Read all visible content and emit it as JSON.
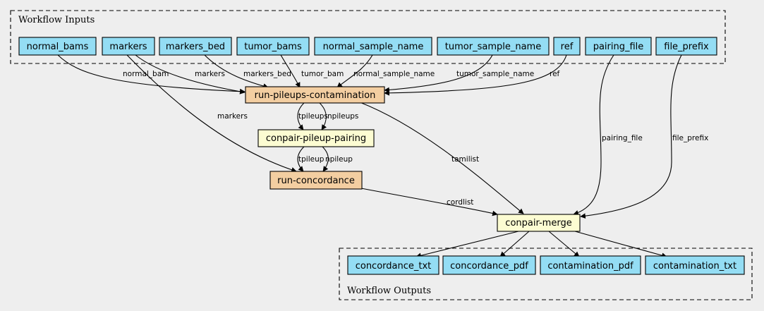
{
  "clusters": {
    "inputs_title": "Workflow Inputs",
    "outputs_title": "Workflow Outputs"
  },
  "colors": {
    "io_node": "#94ddf4",
    "tool_node": "#f3cea1",
    "expression_node": "#fcfcd2",
    "background": "#eeeeee"
  },
  "inputs": {
    "normal_bams": "normal_bams",
    "markers": "markers",
    "markers_bed": "markers_bed",
    "tumor_bams": "tumor_bams",
    "normal_sample_name": "normal_sample_name",
    "tumor_sample_name": "tumor_sample_name",
    "ref": "ref",
    "pairing_file": "pairing_file",
    "file_prefix": "file_prefix"
  },
  "steps": {
    "run_pileups_contamination": "run-pileups-contamination",
    "conpair_pileup_pairing": "conpair-pileup-pairing",
    "run_concordance": "run-concordance",
    "conpair_merge": "conpair-merge"
  },
  "outputs": {
    "concordance_txt": "concordance_txt",
    "concordance_pdf": "concordance_pdf",
    "contamination_pdf": "contamination_pdf",
    "contamination_txt": "contamination_txt"
  },
  "edge_labels": {
    "normal_bam": "normal_bam",
    "markers_a": "markers",
    "markers_bed": "markers_bed",
    "tumor_bam": "tumor_bam",
    "normal_sample_name": "normal_sample_name",
    "tumor_sample_name": "tumor_sample_name",
    "ref": "ref",
    "markers_b": "markers",
    "tpileups": "tpileups",
    "npileups": "npileups",
    "tamilist": "tamilist",
    "pairing_file": "pairing_file",
    "file_prefix": "file_prefix",
    "tpileup": "tpileup",
    "npileup": "npileup",
    "cordlist": "cordlist"
  }
}
